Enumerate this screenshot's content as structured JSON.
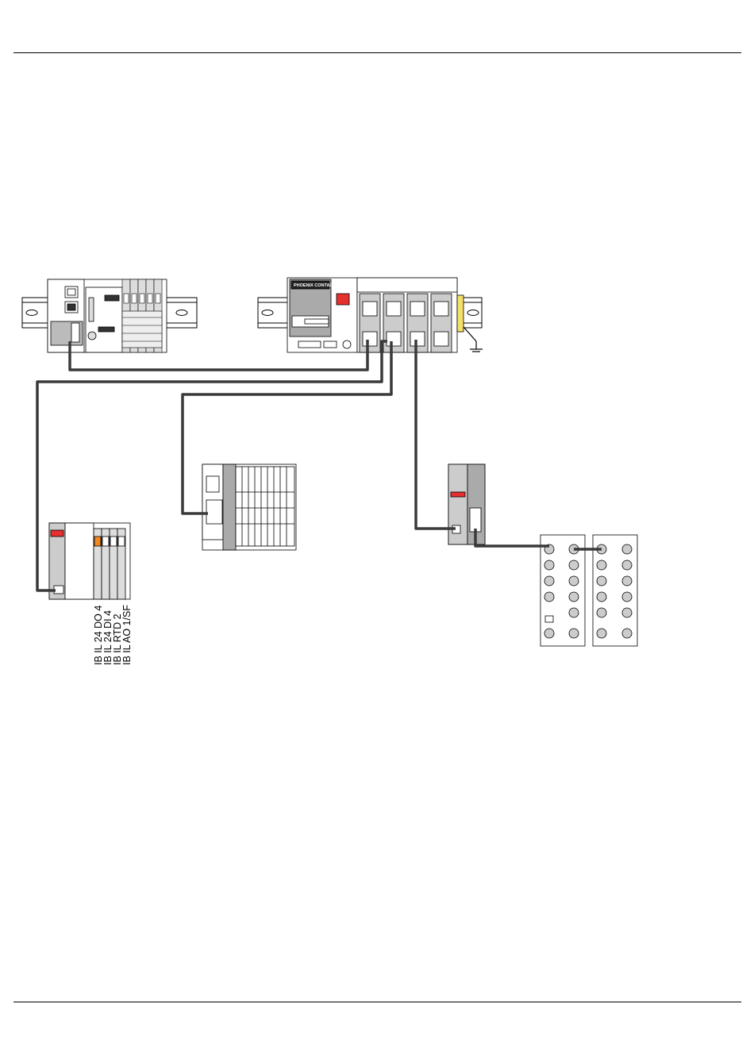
{
  "diagram": {
    "brand_logo": "PHOENIX CONTACT",
    "module_labels": [
      "IB IL 24 DO 4",
      "IB IL 24 DI 4",
      "IB IL RTD 2",
      "IB IL AO 1/SF"
    ],
    "colors": {
      "line": "#000000",
      "cable": "#3a3a3a",
      "module_fill": "#d9d9d9",
      "panel_dark": "#9a9a9a",
      "accent_red": "#e53030",
      "accent_orange": "#f08a20"
    }
  }
}
